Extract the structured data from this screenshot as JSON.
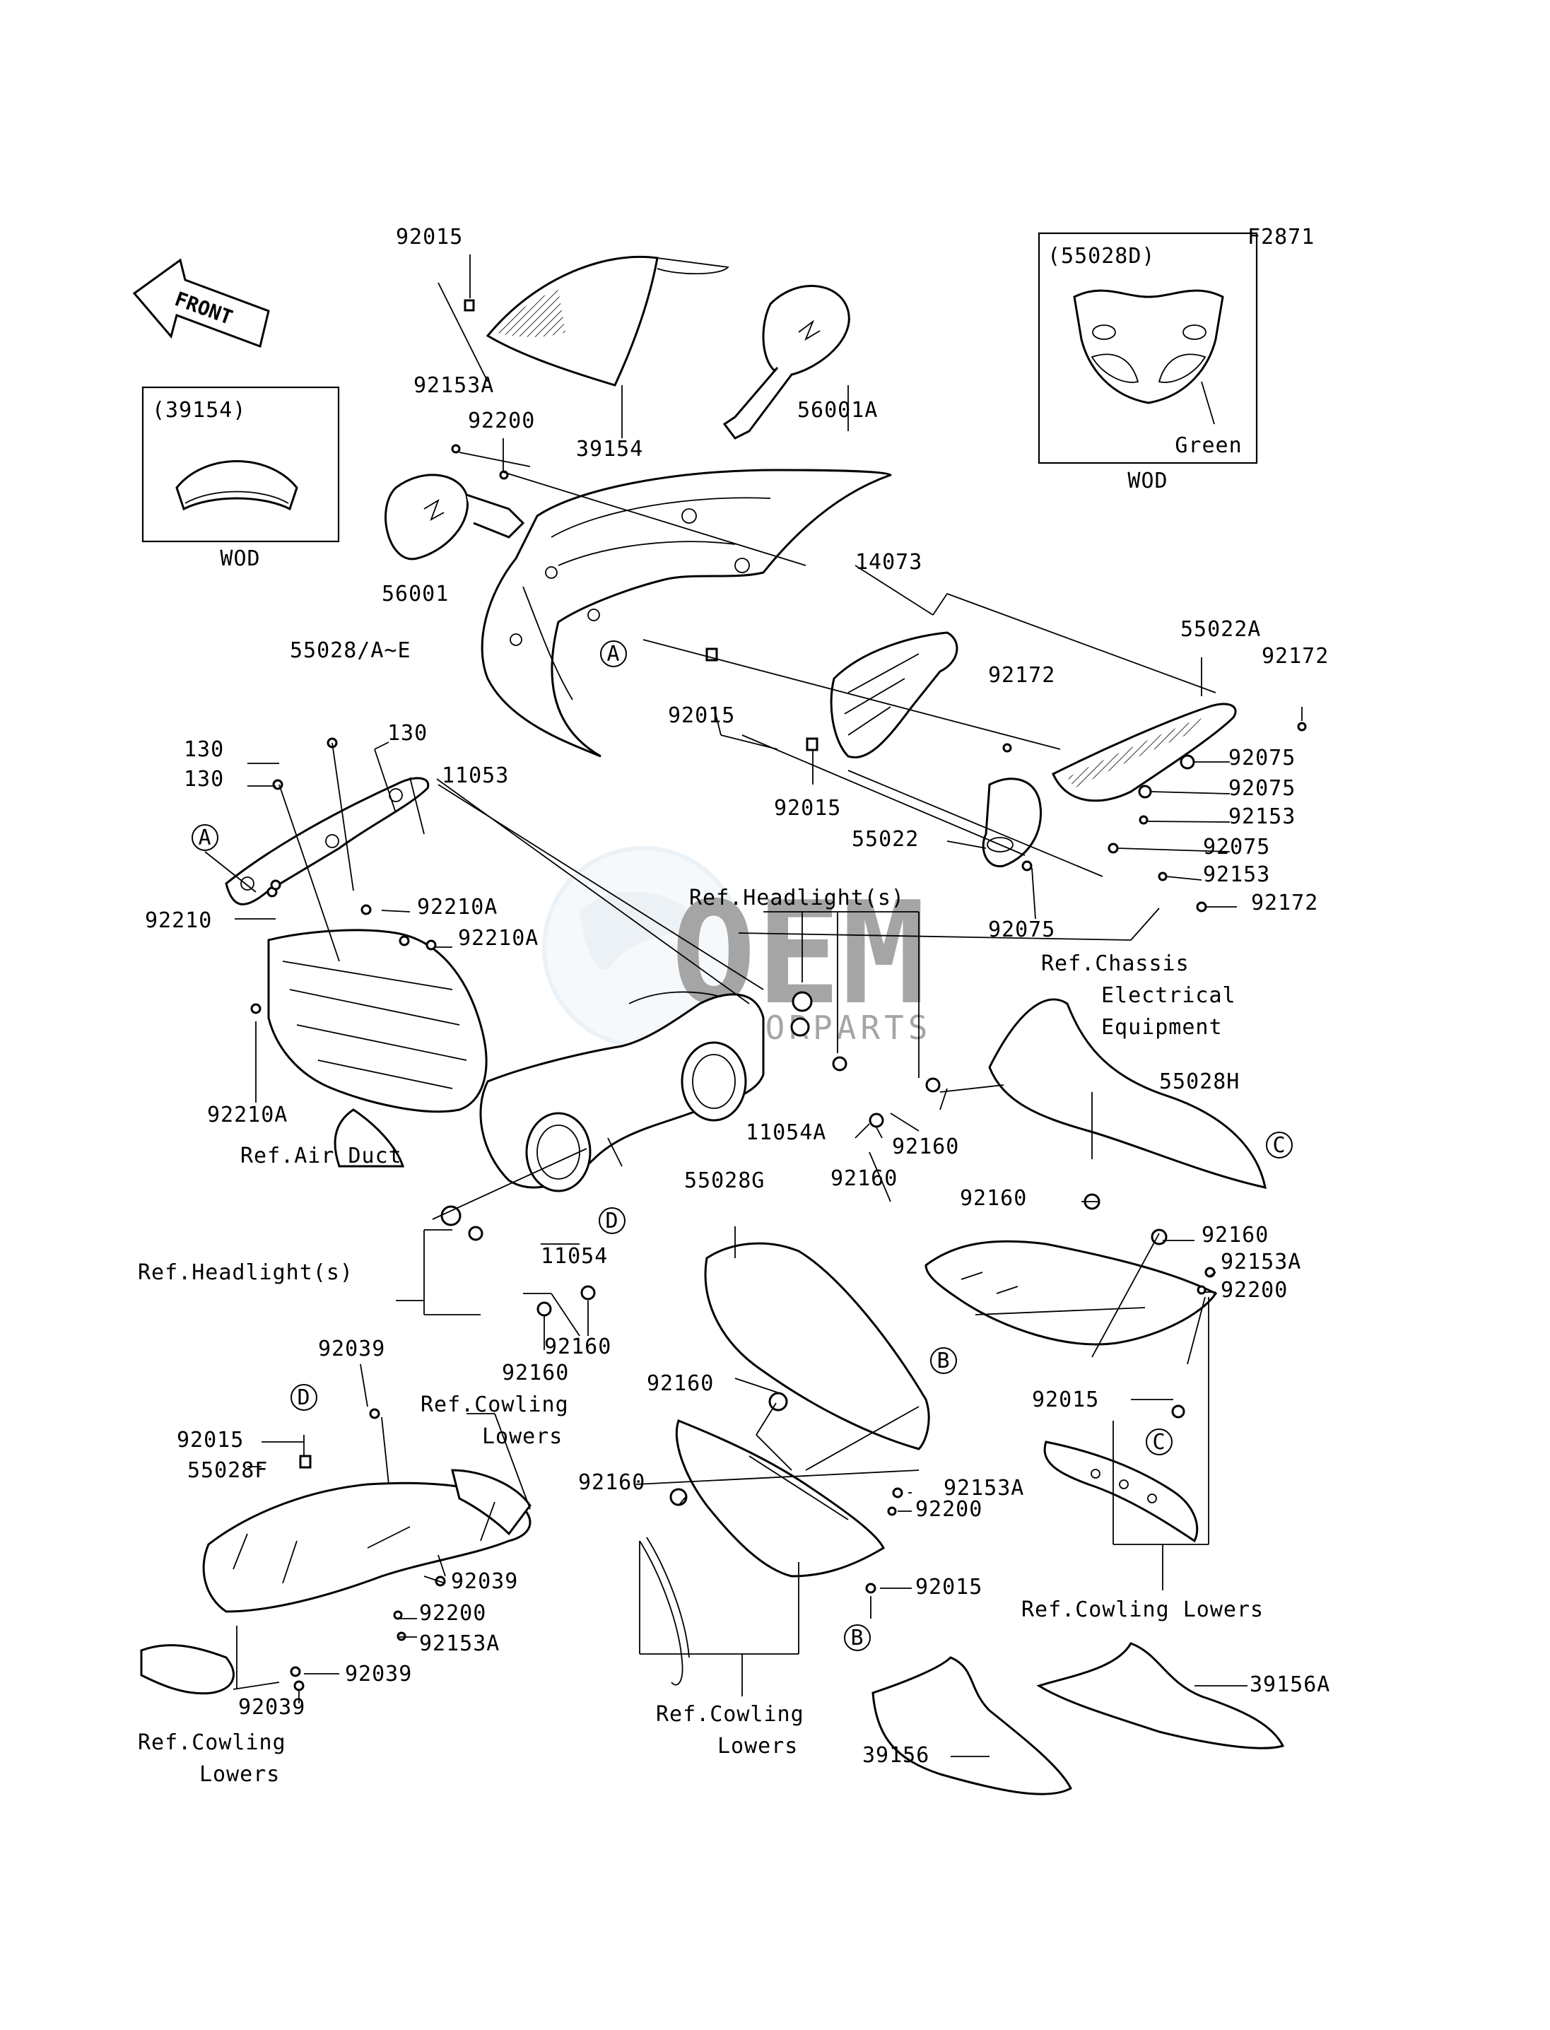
{
  "figure_code": "F2871",
  "front_label": "FRONT",
  "inset_left": {
    "title": "(39154)",
    "caption": "WOD"
  },
  "inset_right": {
    "title": "(55028D)",
    "color_label": "Green",
    "caption": "WOD"
  },
  "watermark": {
    "brand": "OEM",
    "tagline": "MOTORPARTS"
  },
  "callout_letters": [
    "A",
    "B",
    "C",
    "D"
  ],
  "part_labels": [
    "92015",
    "92153A",
    "92200",
    "39154",
    "56001A",
    "56001",
    "14073",
    "55028/A~E",
    "92015",
    "92172",
    "55022A",
    "92172",
    "92075",
    "92075",
    "92153",
    "92075",
    "92153",
    "92172",
    "92015",
    "55022",
    "92075",
    "130",
    "130",
    "130",
    "11053",
    "92210",
    "92210A",
    "92210A",
    "92210A",
    "11054A",
    "92160",
    "92160",
    "55028H",
    "92160",
    "92160",
    "92153A",
    "92200",
    "92015",
    "55028G",
    "11054",
    "92160",
    "92160",
    "92039",
    "92015",
    "55028F",
    "92039",
    "92200",
    "92153A",
    "92039",
    "92039",
    "92160",
    "92160",
    "92153A",
    "92200",
    "92015",
    "39156A",
    "39156"
  ],
  "ref_labels": {
    "headlight_top": "Ref.Headlight(s)",
    "headlight_left": "Ref.Headlight(s)",
    "air_duct": "Ref.Air Duct",
    "chassis_1": "Ref.Chassis",
    "chassis_2": "Electrical",
    "chassis_3": "Equipment",
    "cowl_left_1": "Ref.Cowling",
    "cowl_left_2": "Lowers",
    "cowl_mid_1": "Ref.Cowling",
    "cowl_mid_2": "Lowers",
    "cowl_bottom_left_1": "Ref.Cowling",
    "cowl_bottom_left_2": "Lowers",
    "cowl_right": "Ref.Cowling Lowers"
  }
}
